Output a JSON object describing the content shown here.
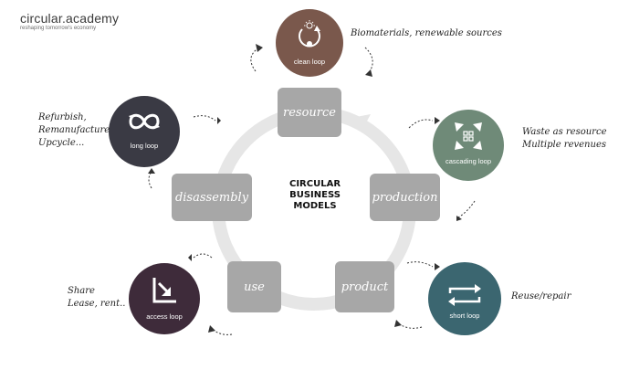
{
  "logo": {
    "title": "circular.academy",
    "subtitle": "reshaping tomorrow's economy"
  },
  "center_title": [
    "CIRCULAR",
    "BUSINESS",
    "MODELS"
  ],
  "stages": {
    "resource": "resource",
    "production": "production",
    "product": "product",
    "use": "use",
    "disassembly": "disassembly"
  },
  "loops": {
    "clean": {
      "label": "clean loop",
      "color": "#7a584c"
    },
    "cascading": {
      "label": "cascading loop",
      "color": "#6f8a78"
    },
    "short": {
      "label": "short loop",
      "color": "#3b6670"
    },
    "access": {
      "label": "access loop",
      "color": "#3e2b3a"
    },
    "long": {
      "label": "long loop",
      "color": "#3a3a44"
    }
  },
  "notes": {
    "clean": [
      "Biomaterials, renewable sources"
    ],
    "cascading": [
      "Waste as resource",
      "Multiple revenues"
    ],
    "short": [
      "Reuse/repair"
    ],
    "access": [
      "Share",
      "Lease, rent.."
    ],
    "long": [
      "Refurbish,",
      "Remanufacture",
      "Upcycle..."
    ]
  },
  "colors": {
    "stage_box": "#a7a7a7",
    "ring": "#e6e6e6",
    "arrow": "#333333"
  }
}
